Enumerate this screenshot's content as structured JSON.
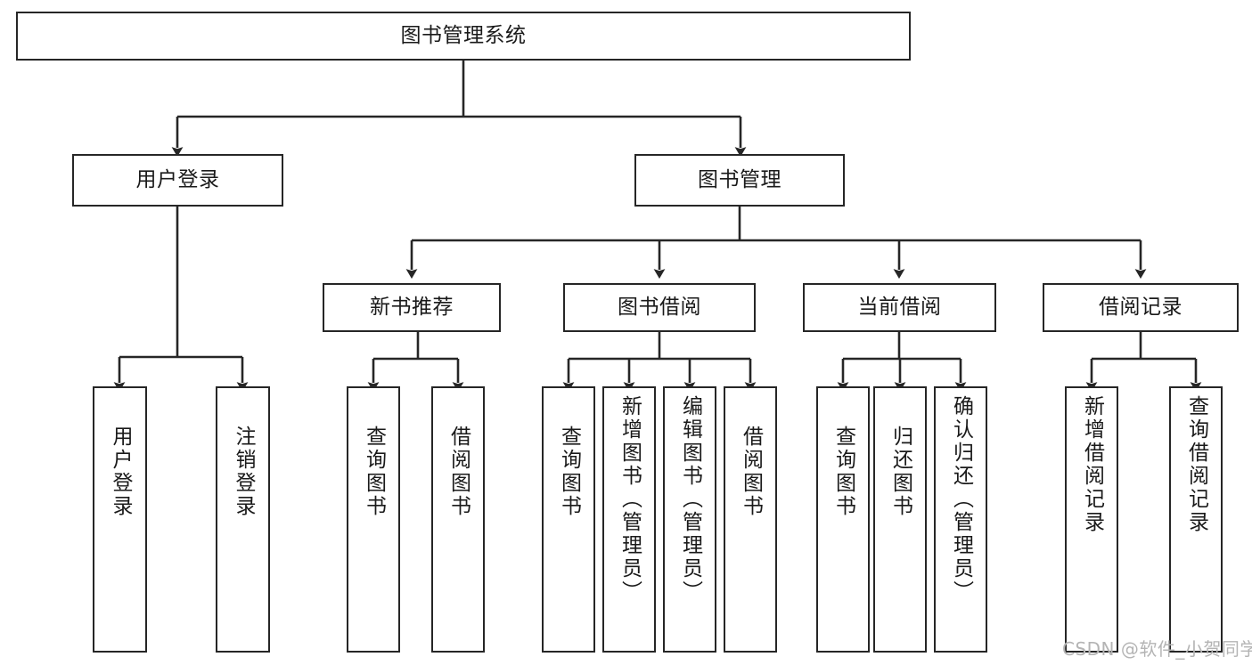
{
  "diagram": {
    "type": "hierarchy-tree",
    "title": "图书管理系统",
    "root": {
      "id": "root",
      "label": "图书管理系统"
    },
    "level2": [
      {
        "id": "user-login",
        "label": "用户登录"
      },
      {
        "id": "book-manage",
        "label": "图书管理"
      }
    ],
    "level3": [
      {
        "id": "new-book-rec",
        "label": "新书推荐",
        "parent": "book-manage"
      },
      {
        "id": "book-borrow",
        "label": "图书借阅",
        "parent": "book-manage"
      },
      {
        "id": "current-borrow",
        "label": "当前借阅",
        "parent": "book-manage"
      },
      {
        "id": "borrow-record",
        "label": "借阅记录",
        "parent": "book-manage"
      }
    ],
    "leaves": [
      {
        "id": "leaf-user-login",
        "label": "用户登录",
        "parent": "user-login"
      },
      {
        "id": "leaf-logout",
        "label": "注销登录",
        "parent": "user-login"
      },
      {
        "id": "leaf-query-book-1",
        "label": "查询图书",
        "parent": "new-book-rec"
      },
      {
        "id": "leaf-borrow-book-1",
        "label": "借阅图书",
        "parent": "new-book-rec"
      },
      {
        "id": "leaf-query-book-2",
        "label": "查询图书",
        "parent": "book-borrow"
      },
      {
        "id": "leaf-add-book",
        "label": "新增图书（管理员）",
        "parent": "book-borrow"
      },
      {
        "id": "leaf-edit-book",
        "label": "编辑图书（管理员）",
        "parent": "book-borrow"
      },
      {
        "id": "leaf-borrow-book-2",
        "label": "借阅图书",
        "parent": "book-borrow"
      },
      {
        "id": "leaf-query-book-3",
        "label": "查询图书",
        "parent": "current-borrow"
      },
      {
        "id": "leaf-return-book",
        "label": "归还图书",
        "parent": "current-borrow"
      },
      {
        "id": "leaf-confirm-return",
        "label": "确认归还（管理员）",
        "parent": "current-borrow"
      },
      {
        "id": "leaf-add-record",
        "label": "新增借阅记录",
        "parent": "borrow-record"
      },
      {
        "id": "leaf-query-record",
        "label": "查询借阅记录",
        "parent": "borrow-record"
      }
    ]
  },
  "watermark": {
    "text": "CSDN @软件_小贺同学"
  },
  "colors": {
    "stroke": "#262626",
    "background": "#ffffff",
    "text": "#1a1a1a",
    "watermark": "#b4b4b4"
  }
}
